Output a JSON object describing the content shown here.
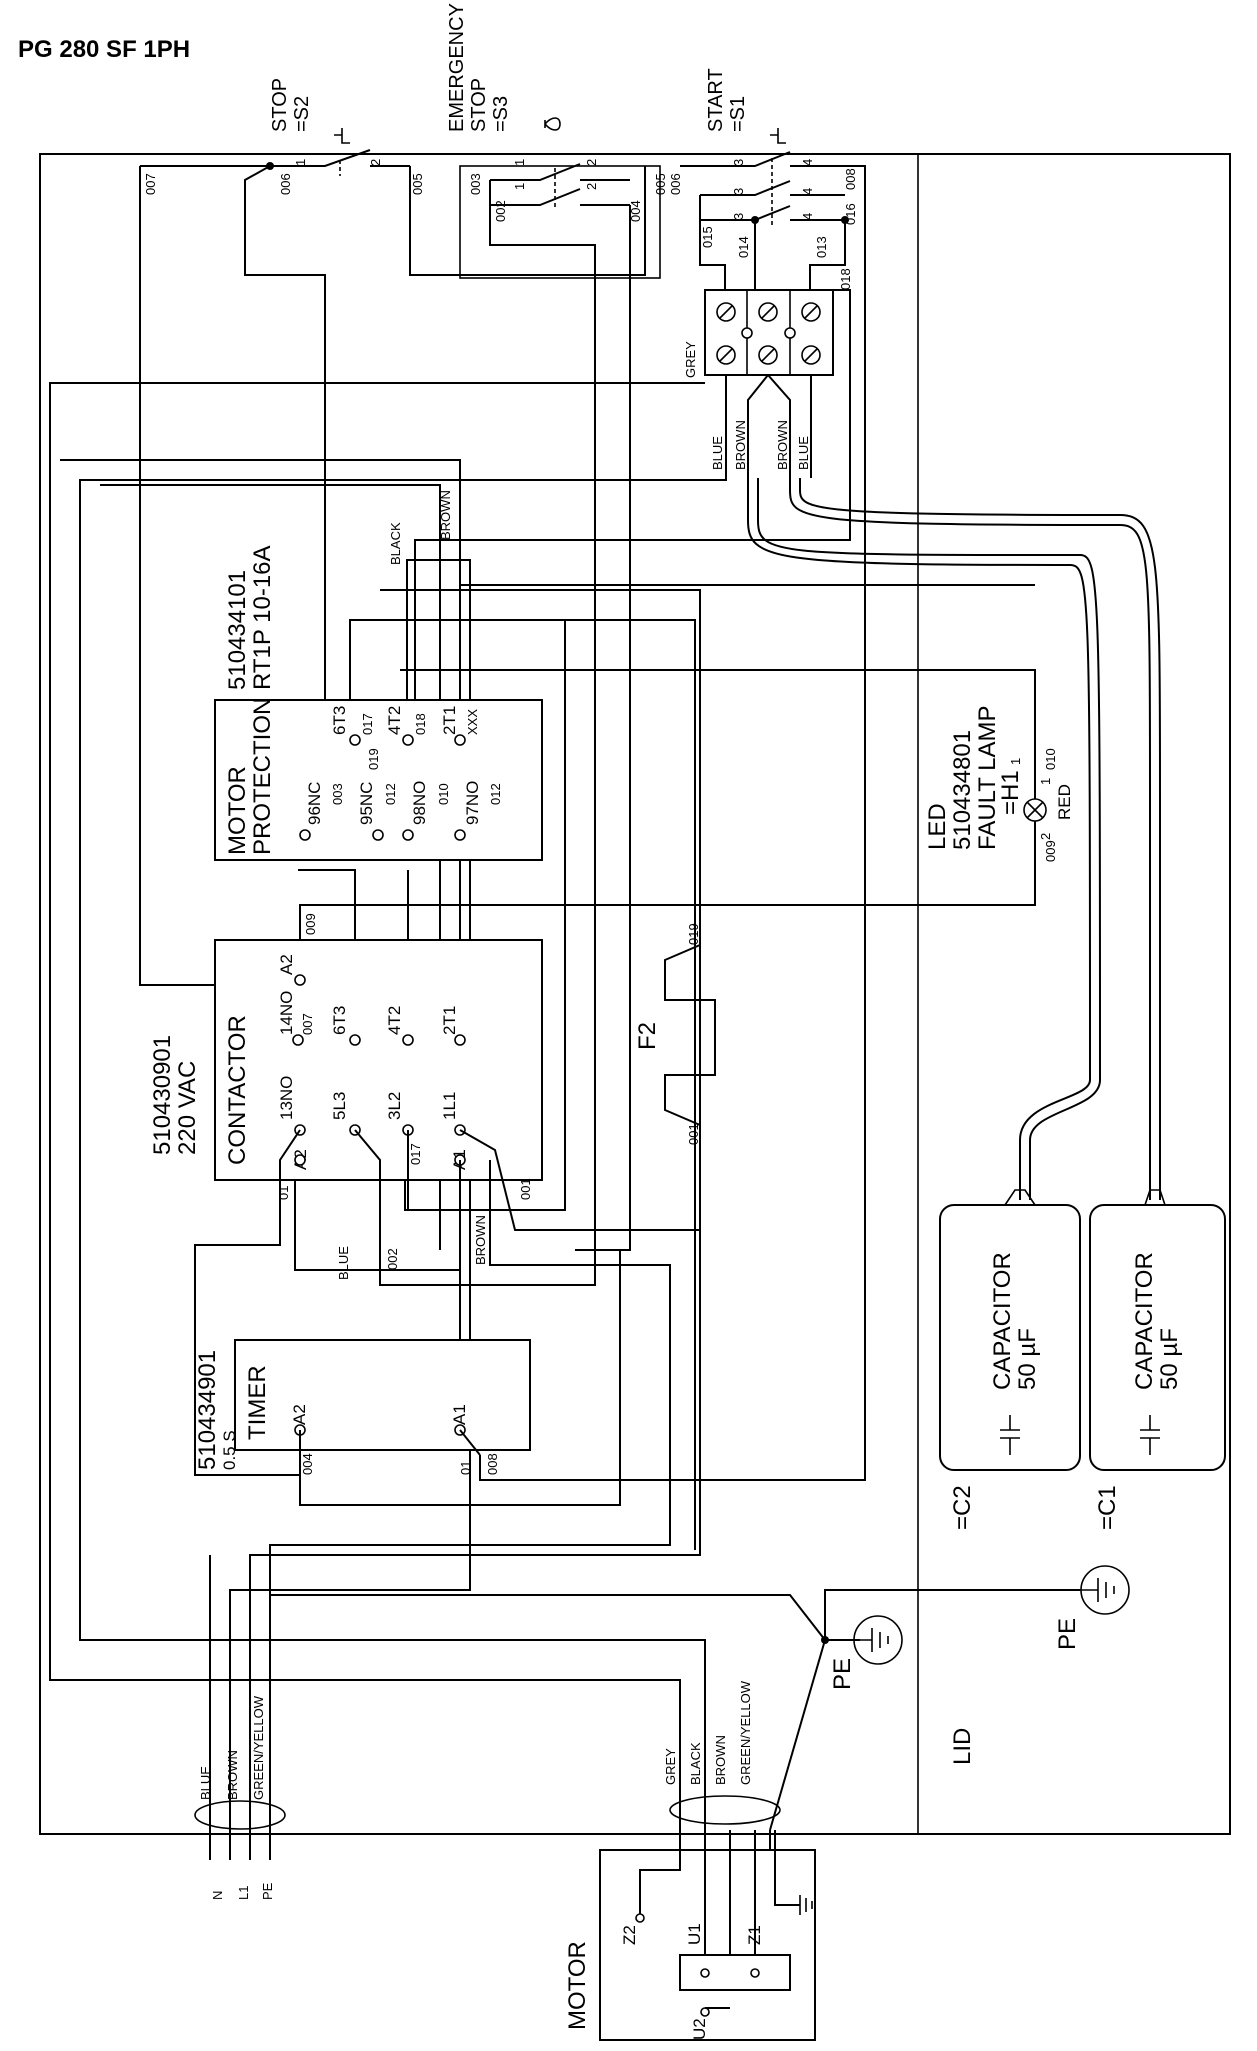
{
  "title": "PG 280 SF 1PH",
  "switches": {
    "stop": {
      "label": "STOP",
      "ref": "=S2",
      "pins": [
        "1",
        "2"
      ],
      "wires": [
        "006",
        "005"
      ]
    },
    "emergency": {
      "label1": "EMERGENCY",
      "label2": "STOP",
      "ref": "=S3",
      "pins": [
        "1",
        "2",
        "1",
        "2"
      ],
      "wires": [
        "003",
        "002",
        "004",
        "005"
      ]
    },
    "start": {
      "label": "START",
      "ref": "=S1",
      "pins": [
        "3",
        "4",
        "3",
        "4",
        "3",
        "4"
      ],
      "wires": [
        "006",
        "008",
        "015",
        "014",
        "013",
        "016",
        "018"
      ]
    }
  },
  "left_wire": "007",
  "terminal_labels": {
    "grey": "GREY",
    "blue": "BLUE",
    "brown": "BROWN",
    "brown2": "BROWN",
    "blue2": "BLUE"
  },
  "motor_protection": {
    "part": "510434101",
    "model": "RT1P 10-16A",
    "label1": "MOTOR",
    "label2": "PROTECTION",
    "top_terms": [
      "6T3",
      "4T2",
      "2T1"
    ],
    "top_wires": [
      "017",
      "018",
      "XXX"
    ],
    "bottom_terms": [
      "96NC",
      "95NC",
      "98NO",
      "97NO"
    ],
    "bottom_wires": [
      "003",
      "019",
      "012",
      "010",
      "012"
    ],
    "wire_colors": [
      "BLACK",
      "BROWN"
    ]
  },
  "contactor": {
    "part": "510430901",
    "voltage": "220 VAC",
    "label": "CONTACTOR",
    "top_terms": [
      "A2",
      "14NO",
      "6T3",
      "4T2",
      "2T1"
    ],
    "top_wires": [
      "009",
      "007"
    ],
    "bottom_terms": [
      "13NO",
      "5L3",
      "3L2",
      "1L1",
      "A2",
      "A1"
    ],
    "bottom_wires": [
      "01",
      "017",
      "001"
    ]
  },
  "fuse": {
    "label": "F2",
    "wires": [
      "019",
      "001"
    ]
  },
  "led": {
    "label": "LED",
    "part": "510434801",
    "name": "FAULT LAMP",
    "ref": "=H1",
    "subscript": "1",
    "pins": [
      "2",
      "1"
    ],
    "wires": [
      "009",
      "010"
    ],
    "color": "RED"
  },
  "timer": {
    "part": "510434901",
    "delay": "0.5 S",
    "label": "TIMER",
    "terms": [
      "A2",
      "A1"
    ],
    "wires": [
      "004",
      "01",
      "008"
    ]
  },
  "lower_wires": {
    "blue": "BLUE",
    "wire002": "002",
    "brown": "BROWN"
  },
  "capacitors": [
    {
      "label": "CAPACITOR",
      "value": "50 µF",
      "ref": "=C2"
    },
    {
      "label": "CAPACITOR",
      "value": "50 µF",
      "ref": "=C1"
    }
  ],
  "supply": {
    "cables": [
      "BLUE",
      "BROWN",
      "GREEN/YELLOW"
    ],
    "terminals": [
      "N",
      "L1",
      "PE"
    ]
  },
  "motor_cable": {
    "cables": [
      "GREY",
      "BLACK",
      "BROWN",
      "GREEN/YELLOW"
    ]
  },
  "pe_labels": [
    "PE",
    "PE"
  ],
  "lid": "LID",
  "motor": {
    "label": "MOTOR",
    "terms": [
      "Z2",
      "U1",
      "Z1",
      "U2"
    ]
  }
}
